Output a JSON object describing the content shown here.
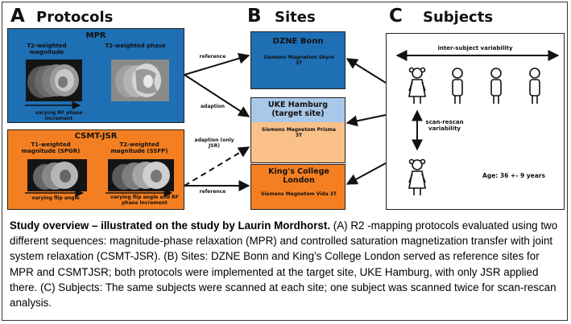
{
  "panels": {
    "a": {
      "letter": "A",
      "title": "Protocols"
    },
    "b": {
      "letter": "B",
      "title": "Sites"
    },
    "c": {
      "letter": "C",
      "title": "Subjects"
    }
  },
  "mpr": {
    "title": "MPR",
    "image1_label": "T2-weighted magnitude",
    "image2_label": "T2-weighted phase",
    "axis_label": "varying RF phase increment",
    "color": "#1f6fb5"
  },
  "csmt": {
    "title": "CSMT-JSR",
    "image1_label": "T1-weighted magnitude (SPGR)",
    "image2_label": "T2-weighted magnitude (SSFP)",
    "axis1_label": "varying flip angle",
    "axis2_label": "varying flip angle and RF phase increment",
    "color": "#f47f22"
  },
  "arrows": {
    "reference_top": "reference",
    "adaption": "adaption",
    "adaption_only_jsr": "adaption (only JSR)",
    "reference_bottom": "reference"
  },
  "sites": [
    {
      "name": "DZNE Bonn",
      "scanner": "Siemens Magnetom Skyra 3T",
      "color": "#1f6fb5"
    },
    {
      "name": "UKE Hamburg (target site)",
      "scanner": "Siemens Magnetom Prisma 3T",
      "color_top": "#a8c8ea",
      "color_bottom": "#f9c08a"
    },
    {
      "name": "King's College London",
      "scanner": "Siemens Magnetom Vida 3T",
      "color": "#f47f22"
    }
  ],
  "subjects": {
    "variability_label": "inter-subject variability",
    "rescan_label": "scan-rescan variability",
    "age_label": "Age: 36 +- 9 years"
  },
  "caption": {
    "bold": "Study overview – illustrated on the study by Laurin Mordhorst.",
    "text": " (A) R2 -mapping protocols evaluated using two different sequences: magnitude-phase relaxation (MPR) and controlled saturation magnetization transfer with joint system relaxation (CSMT-JSR). (B) Sites: DZNE Bonn and King’s College London served as reference sites for MPR and CSMTJSR; both protocols were implemented at the target site, UKE Hamburg, with only JSR applied there. (C) Subjects: The same subjects were scanned at each site; one subject was scanned twice for scan-rescan analysis."
  }
}
